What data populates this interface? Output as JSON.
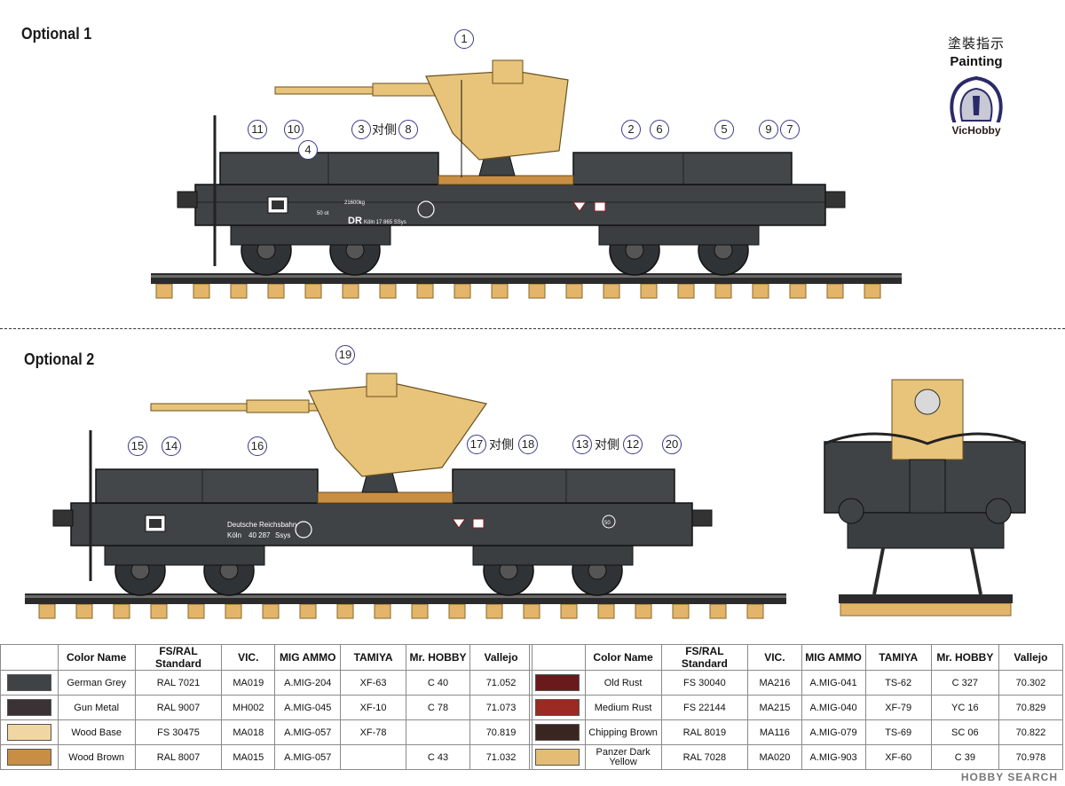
{
  "sections": [
    {
      "title": "Optional 1"
    },
    {
      "title": "Optional 2"
    }
  ],
  "brand": {
    "cn": "塗裝指示",
    "en": "Painting",
    "logo_text": "VicHobby"
  },
  "opt1": {
    "callouts": [
      "1",
      "11",
      "10",
      "4",
      "3",
      "8",
      "2",
      "6",
      "5",
      "9",
      "7"
    ],
    "side_label": "对側",
    "markings": {
      "dr": "DR",
      "reg": "Köln 17 865 SSys",
      "load": "50 ot",
      "plate": "21600kg"
    }
  },
  "opt2": {
    "callouts": [
      "19",
      "15",
      "14",
      "16",
      "17",
      "18",
      "13",
      "12",
      "20"
    ],
    "side_label": "对側",
    "markings": {
      "name": "Deutsche Reichsbahn",
      "reg_city": "Köln",
      "reg_num": "40 287",
      "reg_type": "Ssys",
      "load": "50"
    }
  },
  "table": {
    "headers": [
      "Color Name",
      "FS/RAL Standard",
      "VIC.",
      "MIG AMMO",
      "TAMIYA",
      "Mr. HOBBY",
      "Vallejo"
    ],
    "left": [
      {
        "swatch": "#3f4346",
        "name": "German Grey",
        "std": "RAL 7021",
        "vic": "MA019",
        "mig": "A.MIG-204",
        "tamiya": "XF-63",
        "mrhobby": "C 40",
        "vallejo": "71.052"
      },
      {
        "swatch": "#3a3234",
        "name": "Gun Metal",
        "std": "RAL 9007",
        "vic": "MH002",
        "mig": "A.MIG-045",
        "tamiya": "XF-10",
        "mrhobby": "C 78",
        "vallejo": "71.073"
      },
      {
        "swatch": "#f0d6a2",
        "name": "Wood Base",
        "std": "FS 30475",
        "vic": "MA018",
        "mig": "A.MIG-057",
        "tamiya": "XF-78",
        "mrhobby": "",
        "vallejo": "70.819"
      },
      {
        "swatch": "#c88f44",
        "name": "Wood Brown",
        "std": "RAL 8007",
        "vic": "MA015",
        "mig": "A.MIG-057",
        "tamiya": "",
        "mrhobby": "C 43",
        "vallejo": "71.032"
      }
    ],
    "right": [
      {
        "swatch": "#6b1a1c",
        "name": "Old Rust",
        "std": "FS 30040",
        "vic": "MA216",
        "mig": "A.MIG-041",
        "tamiya": "TS-62",
        "mrhobby": "C 327",
        "vallejo": "70.302"
      },
      {
        "swatch": "#9a2a22",
        "name": "Medium Rust",
        "std": "FS 22144",
        "vic": "MA215",
        "mig": "A.MIG-040",
        "tamiya": "XF-79",
        "mrhobby": "YC 16",
        "vallejo": "70.829"
      },
      {
        "swatch": "#3a2620",
        "name": "Chipping Brown",
        "std": "RAL 8019",
        "vic": "MA116",
        "mig": "A.MIG-079",
        "tamiya": "TS-69",
        "mrhobby": "SC 06",
        "vallejo": "70.822"
      },
      {
        "swatch": "#e4bc74",
        "name": "Panzer Dark Yellow",
        "std": "RAL 7028",
        "vic": "MA020",
        "mig": "A.MIG-903",
        "tamiya": "XF-60",
        "mrhobby": "C 39",
        "vallejo": "70.978"
      }
    ]
  },
  "watermark": "HOBBY SEARCH",
  "colors": {
    "body": "#3f4346",
    "gun": "#e8c47a",
    "sleeper": "#e2b56a",
    "rail": "#2b2b2b"
  }
}
